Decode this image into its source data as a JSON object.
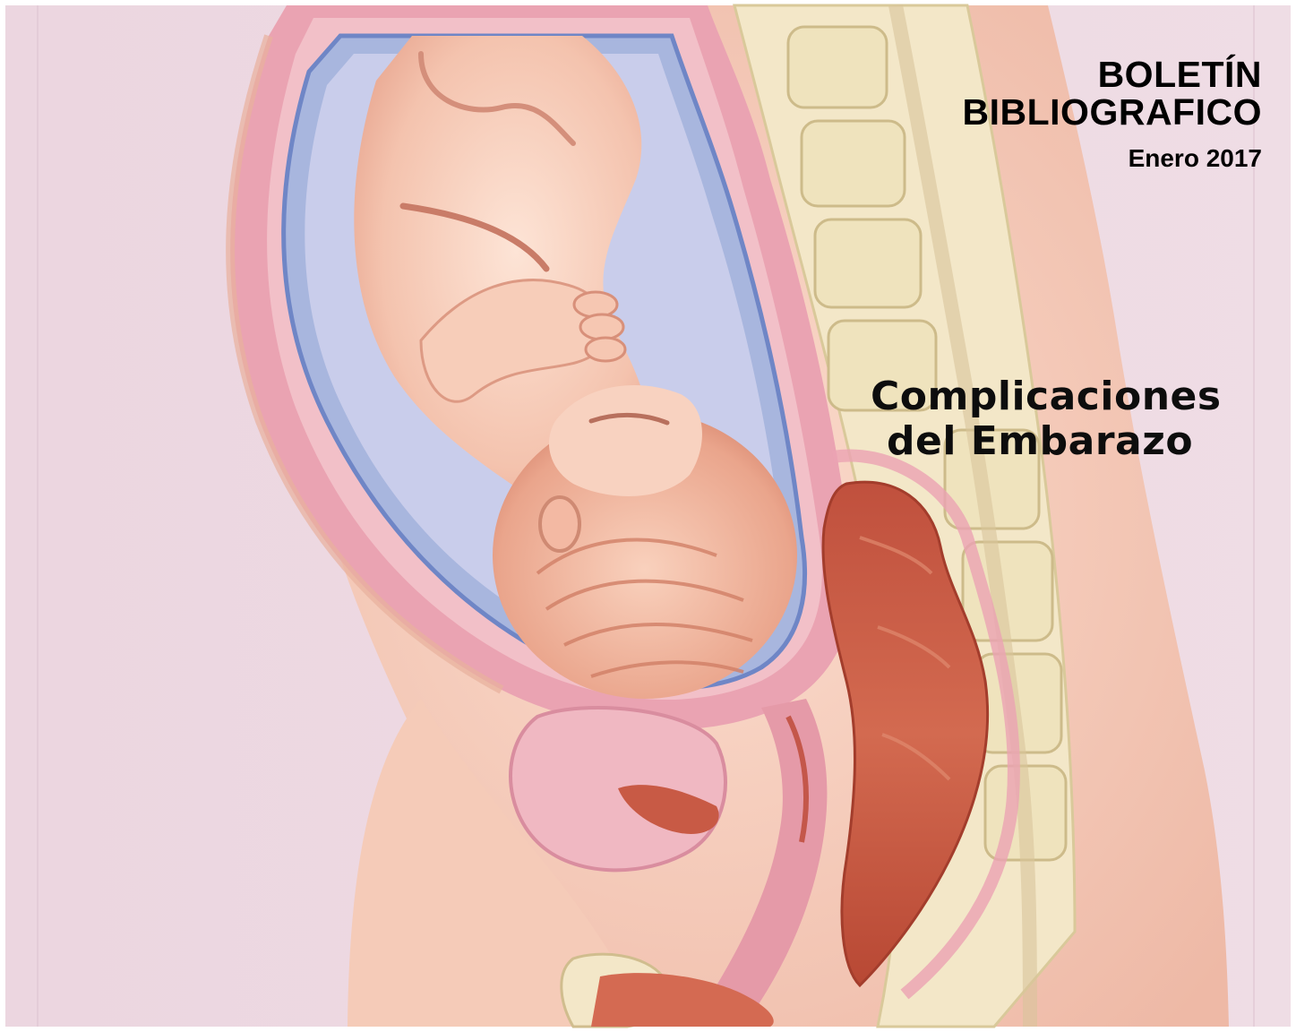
{
  "cover": {
    "title_line1": "BOLETÍN",
    "title_line2": "BIBLIOGRAFICO",
    "date": "Enero 2017",
    "subject_line1": "Complicaciones",
    "subject_line2": "del Embarazo"
  },
  "illustration": {
    "subject": "pregnancy-cross-section-illustration",
    "colors": {
      "background": "#efd9e3",
      "skin": "#f2c4b1",
      "uterus_wall": "#e9a6b4",
      "amniotic_sac": "#9fb3dc",
      "spine": "#efe5c4",
      "organ_red": "#c75a43"
    }
  }
}
